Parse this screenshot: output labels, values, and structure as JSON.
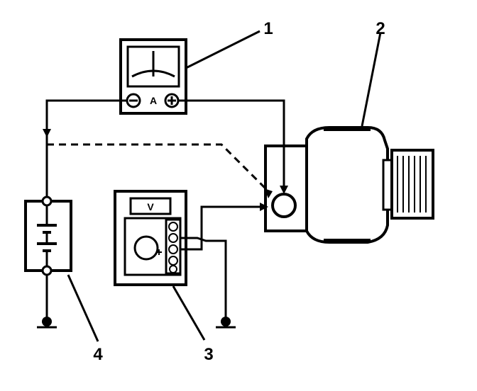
{
  "callouts": {
    "ammeter": "1",
    "alternator": "2",
    "voltmeter": "3",
    "battery": "4"
  },
  "ammeter": {
    "unit_letter": "A",
    "negative_symbol": "−",
    "positive_symbol": "+"
  },
  "voltmeter": {
    "unit_letter": "V"
  },
  "icons": [
    "ammeter-icon",
    "alternator-icon",
    "voltmeter-icon",
    "battery-icon",
    "ground-icon"
  ],
  "colors": {
    "line": "#000000",
    "background": "#ffffff"
  }
}
